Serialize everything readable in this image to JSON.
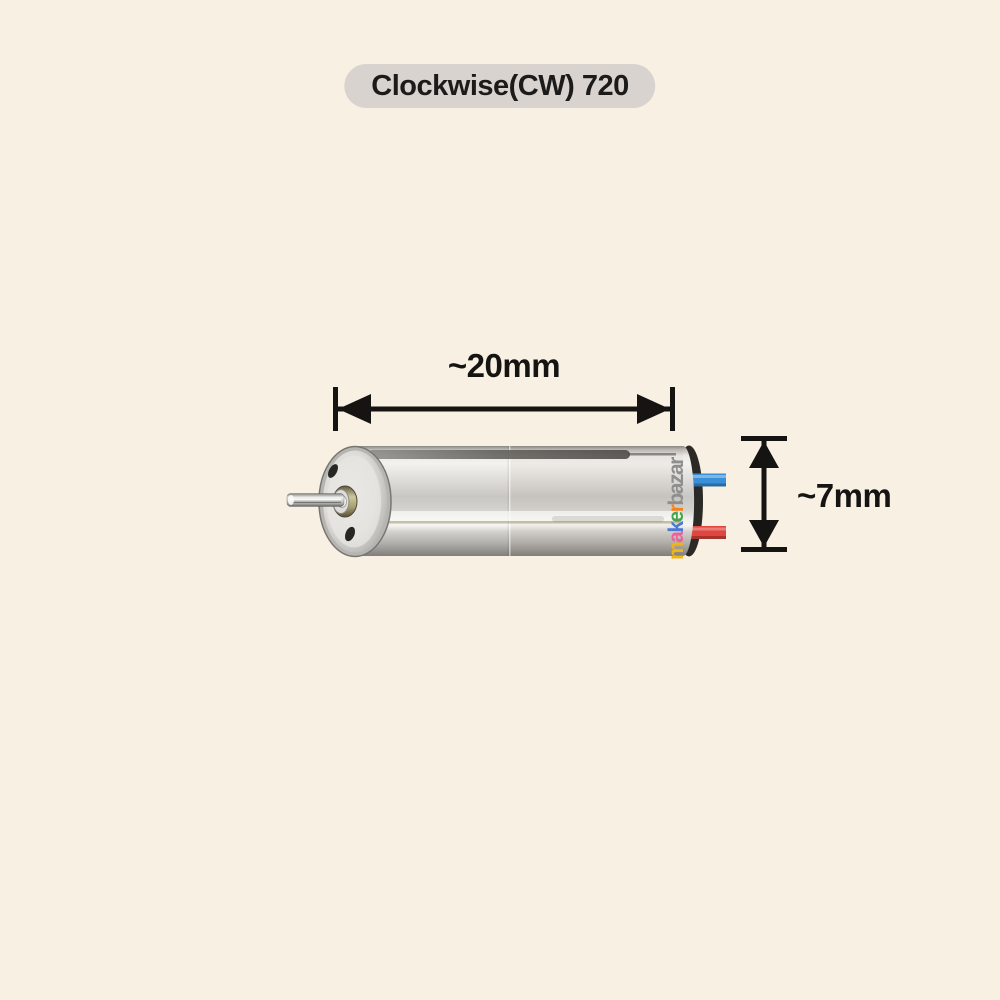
{
  "page": {
    "background": "#f8f0e2"
  },
  "badge": {
    "label": "Clockwise(CW) 720",
    "bg": "#d9d3d0",
    "text_color": "#1c1b19"
  },
  "dimensions": {
    "color": "#151412",
    "length": {
      "label": "~20mm"
    },
    "diameter": {
      "label": "~7mm"
    }
  },
  "motor": {
    "wires": [
      {
        "name": "blue-wire",
        "color": "#3a8fd9"
      },
      {
        "name": "red-wire",
        "color": "#e0453e"
      }
    ]
  },
  "watermark": {
    "text": "makerbazar",
    "letters": [
      {
        "char": "m",
        "color": "#f0b514"
      },
      {
        "char": "a",
        "color": "#ee5f9e"
      },
      {
        "char": "k",
        "color": "#4a79d8"
      },
      {
        "char": "e",
        "color": "#4aa44d"
      },
      {
        "char": "r",
        "color": "#f5821f"
      },
      {
        "char": "b",
        "color": "#8e8e8e"
      },
      {
        "char": "a",
        "color": "#8e8e8e"
      },
      {
        "char": "z",
        "color": "#8e8e8e"
      },
      {
        "char": "a",
        "color": "#8e8e8e"
      },
      {
        "char": "r",
        "color": "#8e8e8e"
      }
    ]
  }
}
